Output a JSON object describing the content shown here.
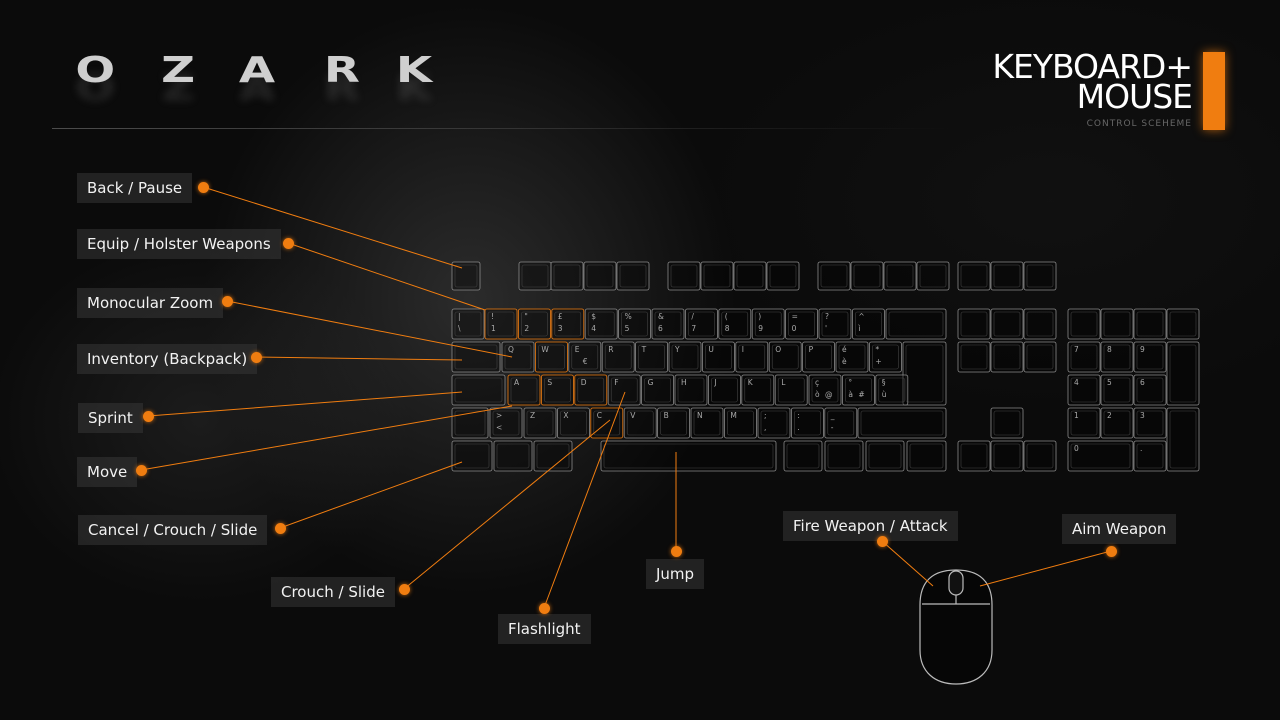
{
  "logo": {
    "letters": [
      "O",
      "Z",
      "A",
      "R",
      "K"
    ]
  },
  "header": {
    "title_line1": "KEYBOARD+",
    "title_line2": "MOUSE",
    "subtitle": "CONTROL SCEHEME"
  },
  "accent_color": "#f07d10",
  "labels": {
    "back_pause": "Back / Pause",
    "equip": "Equip / Holster Weapons",
    "monocular": "Monocular Zoom",
    "inventory": "Inventory (Backpack)",
    "sprint": "Sprint",
    "move": "Move",
    "cancel": "Cancel / Crouch / Slide",
    "crouch": "Crouch / Slide",
    "flashlight": "Flashlight",
    "jump": "Jump",
    "fire": "Fire Weapon  / Attack",
    "aim": "Aim Weapon"
  },
  "keyboard": {
    "number_row": [
      [
        "!",
        "1"
      ],
      [
        "\"",
        "2"
      ],
      [
        "£",
        "3"
      ],
      [
        "$",
        "4"
      ],
      [
        "%",
        "5"
      ],
      [
        "&",
        "6"
      ],
      [
        "/",
        "7"
      ],
      [
        "(",
        "8"
      ],
      [
        ")",
        "9"
      ],
      [
        "=",
        "0"
      ],
      [
        "?",
        "'"
      ],
      [
        "^",
        "ì"
      ]
    ],
    "number_row_first": [
      "|",
      "\\"
    ],
    "qwerty_row": [
      "Q",
      "W",
      "E",
      "R",
      "T",
      "Y",
      "U",
      "I",
      "O",
      "P"
    ],
    "qwerty_extra": [
      [
        "é",
        "è"
      ],
      [
        "*",
        "+"
      ]
    ],
    "e_alt": "€",
    "asdf_row": [
      "A",
      "S",
      "D",
      "F",
      "G",
      "H",
      "J",
      "K",
      "L"
    ],
    "asdf_extra": [
      [
        "ç",
        "ò",
        "@"
      ],
      [
        "°",
        "à",
        "#"
      ],
      [
        "§",
        "ù"
      ]
    ],
    "zxcv_first": [
      ">",
      "<"
    ],
    "zxcv_row": [
      "Z",
      "X",
      "C",
      "V",
      "B",
      "N",
      "M"
    ],
    "zxcv_punct": [
      [
        ";",
        ","
      ],
      [
        ":",
        "."
      ],
      [
        "_",
        "-"
      ]
    ],
    "numpad": {
      "row1": [
        "7",
        "8",
        "9"
      ],
      "row2": [
        "4",
        "5",
        "6"
      ],
      "row3": [
        "1",
        "2",
        "3"
      ],
      "row4": [
        "0",
        "."
      ]
    }
  }
}
